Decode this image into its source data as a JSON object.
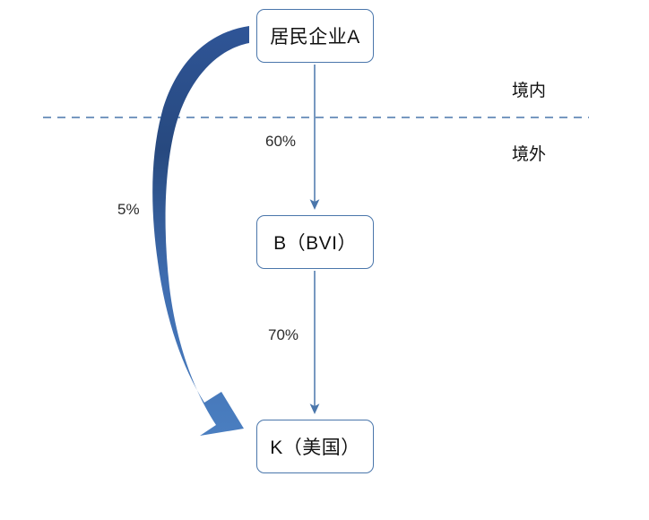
{
  "diagram": {
    "type": "ownership-structure-flow",
    "title_text": "",
    "nodes": [
      {
        "id": "a",
        "label": "居民企业A"
      },
      {
        "id": "b",
        "label": "B（BVI）"
      },
      {
        "id": "k",
        "label": "K（美国）"
      }
    ],
    "edges": [
      {
        "id": "a-to-b",
        "from": "a",
        "to": "b",
        "label": "60%",
        "style": "straight-arrow"
      },
      {
        "id": "b-to-k",
        "from": "b",
        "to": "k",
        "label": "70%",
        "style": "straight-arrow"
      },
      {
        "id": "a-to-k",
        "from": "a",
        "to": "k",
        "label": "5%",
        "style": "curved-block-arrow"
      }
    ],
    "regions": {
      "above_label": "境内",
      "below_label": "境外",
      "divider": "dashed-horizontal-line"
    },
    "colors": {
      "box_border": "#4a76ab",
      "connector": "#4a76ab",
      "curved_arrow_dark": "#2f5597",
      "curved_arrow_light": "#4a7ec0",
      "divider": "#4a76ab",
      "text": "#111111",
      "background": "#ffffff"
    }
  }
}
